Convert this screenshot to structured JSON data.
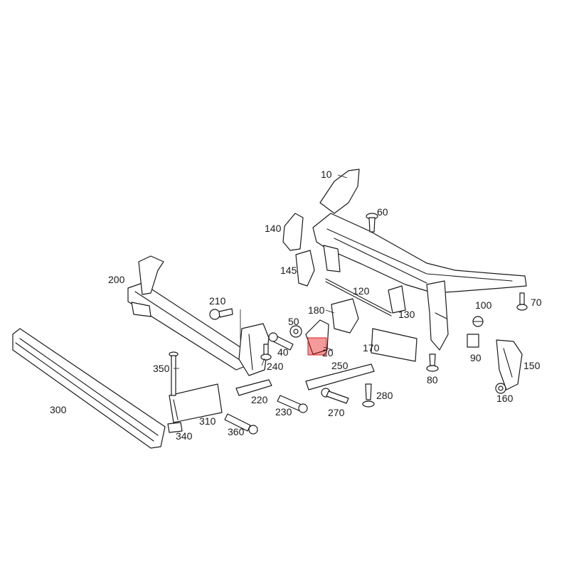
{
  "diagram": {
    "highlight_color": "#e61e1e",
    "callouts": [
      {
        "id": "p10",
        "label": "10"
      },
      {
        "id": "p20",
        "label": "20"
      },
      {
        "id": "p40",
        "label": "40"
      },
      {
        "id": "p50",
        "label": "50"
      },
      {
        "id": "p60",
        "label": "60"
      },
      {
        "id": "p70",
        "label": "70"
      },
      {
        "id": "p80",
        "label": "80"
      },
      {
        "id": "p90",
        "label": "90"
      },
      {
        "id": "p100",
        "label": "100"
      },
      {
        "id": "p120",
        "label": "120"
      },
      {
        "id": "p130",
        "label": "130"
      },
      {
        "id": "p140",
        "label": "140"
      },
      {
        "id": "p145",
        "label": "145"
      },
      {
        "id": "p150",
        "label": "150"
      },
      {
        "id": "p160",
        "label": "160"
      },
      {
        "id": "p170",
        "label": "170"
      },
      {
        "id": "p180",
        "label": "180"
      },
      {
        "id": "p200",
        "label": "200"
      },
      {
        "id": "p210",
        "label": "210"
      },
      {
        "id": "p220",
        "label": "220"
      },
      {
        "id": "p230",
        "label": "230"
      },
      {
        "id": "p240",
        "label": "240"
      },
      {
        "id": "p250",
        "label": "250"
      },
      {
        "id": "p270",
        "label": "270"
      },
      {
        "id": "p280",
        "label": "280"
      },
      {
        "id": "p300",
        "label": "300"
      },
      {
        "id": "p310",
        "label": "310"
      },
      {
        "id": "p340",
        "label": "340"
      },
      {
        "id": "p350",
        "label": "350"
      },
      {
        "id": "p360",
        "label": "360"
      }
    ]
  }
}
